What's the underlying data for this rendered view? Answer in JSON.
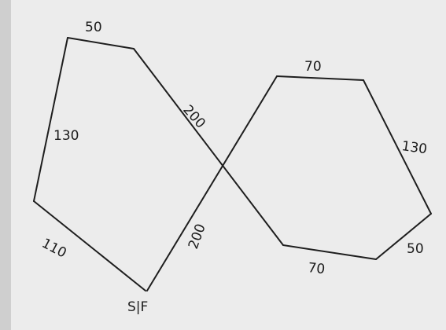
{
  "colors": {
    "background_outer": "#cfcfcf",
    "paper": "#ececec",
    "ink": "#1e1e1e"
  },
  "diagram": {
    "start_finish_label": "S|F",
    "segments": [
      {
        "id": "sf-to-left",
        "label": "110"
      },
      {
        "id": "left-side",
        "label": "130"
      },
      {
        "id": "left-top",
        "label": "50"
      },
      {
        "id": "diagonal-down-right",
        "label": "200"
      },
      {
        "id": "right-bottom",
        "label": "70"
      },
      {
        "id": "right-lower",
        "label": "50"
      },
      {
        "id": "right-side",
        "label": "130"
      },
      {
        "id": "right-top",
        "label": "70"
      },
      {
        "id": "diagonal-to-sf",
        "label": "200"
      }
    ]
  }
}
